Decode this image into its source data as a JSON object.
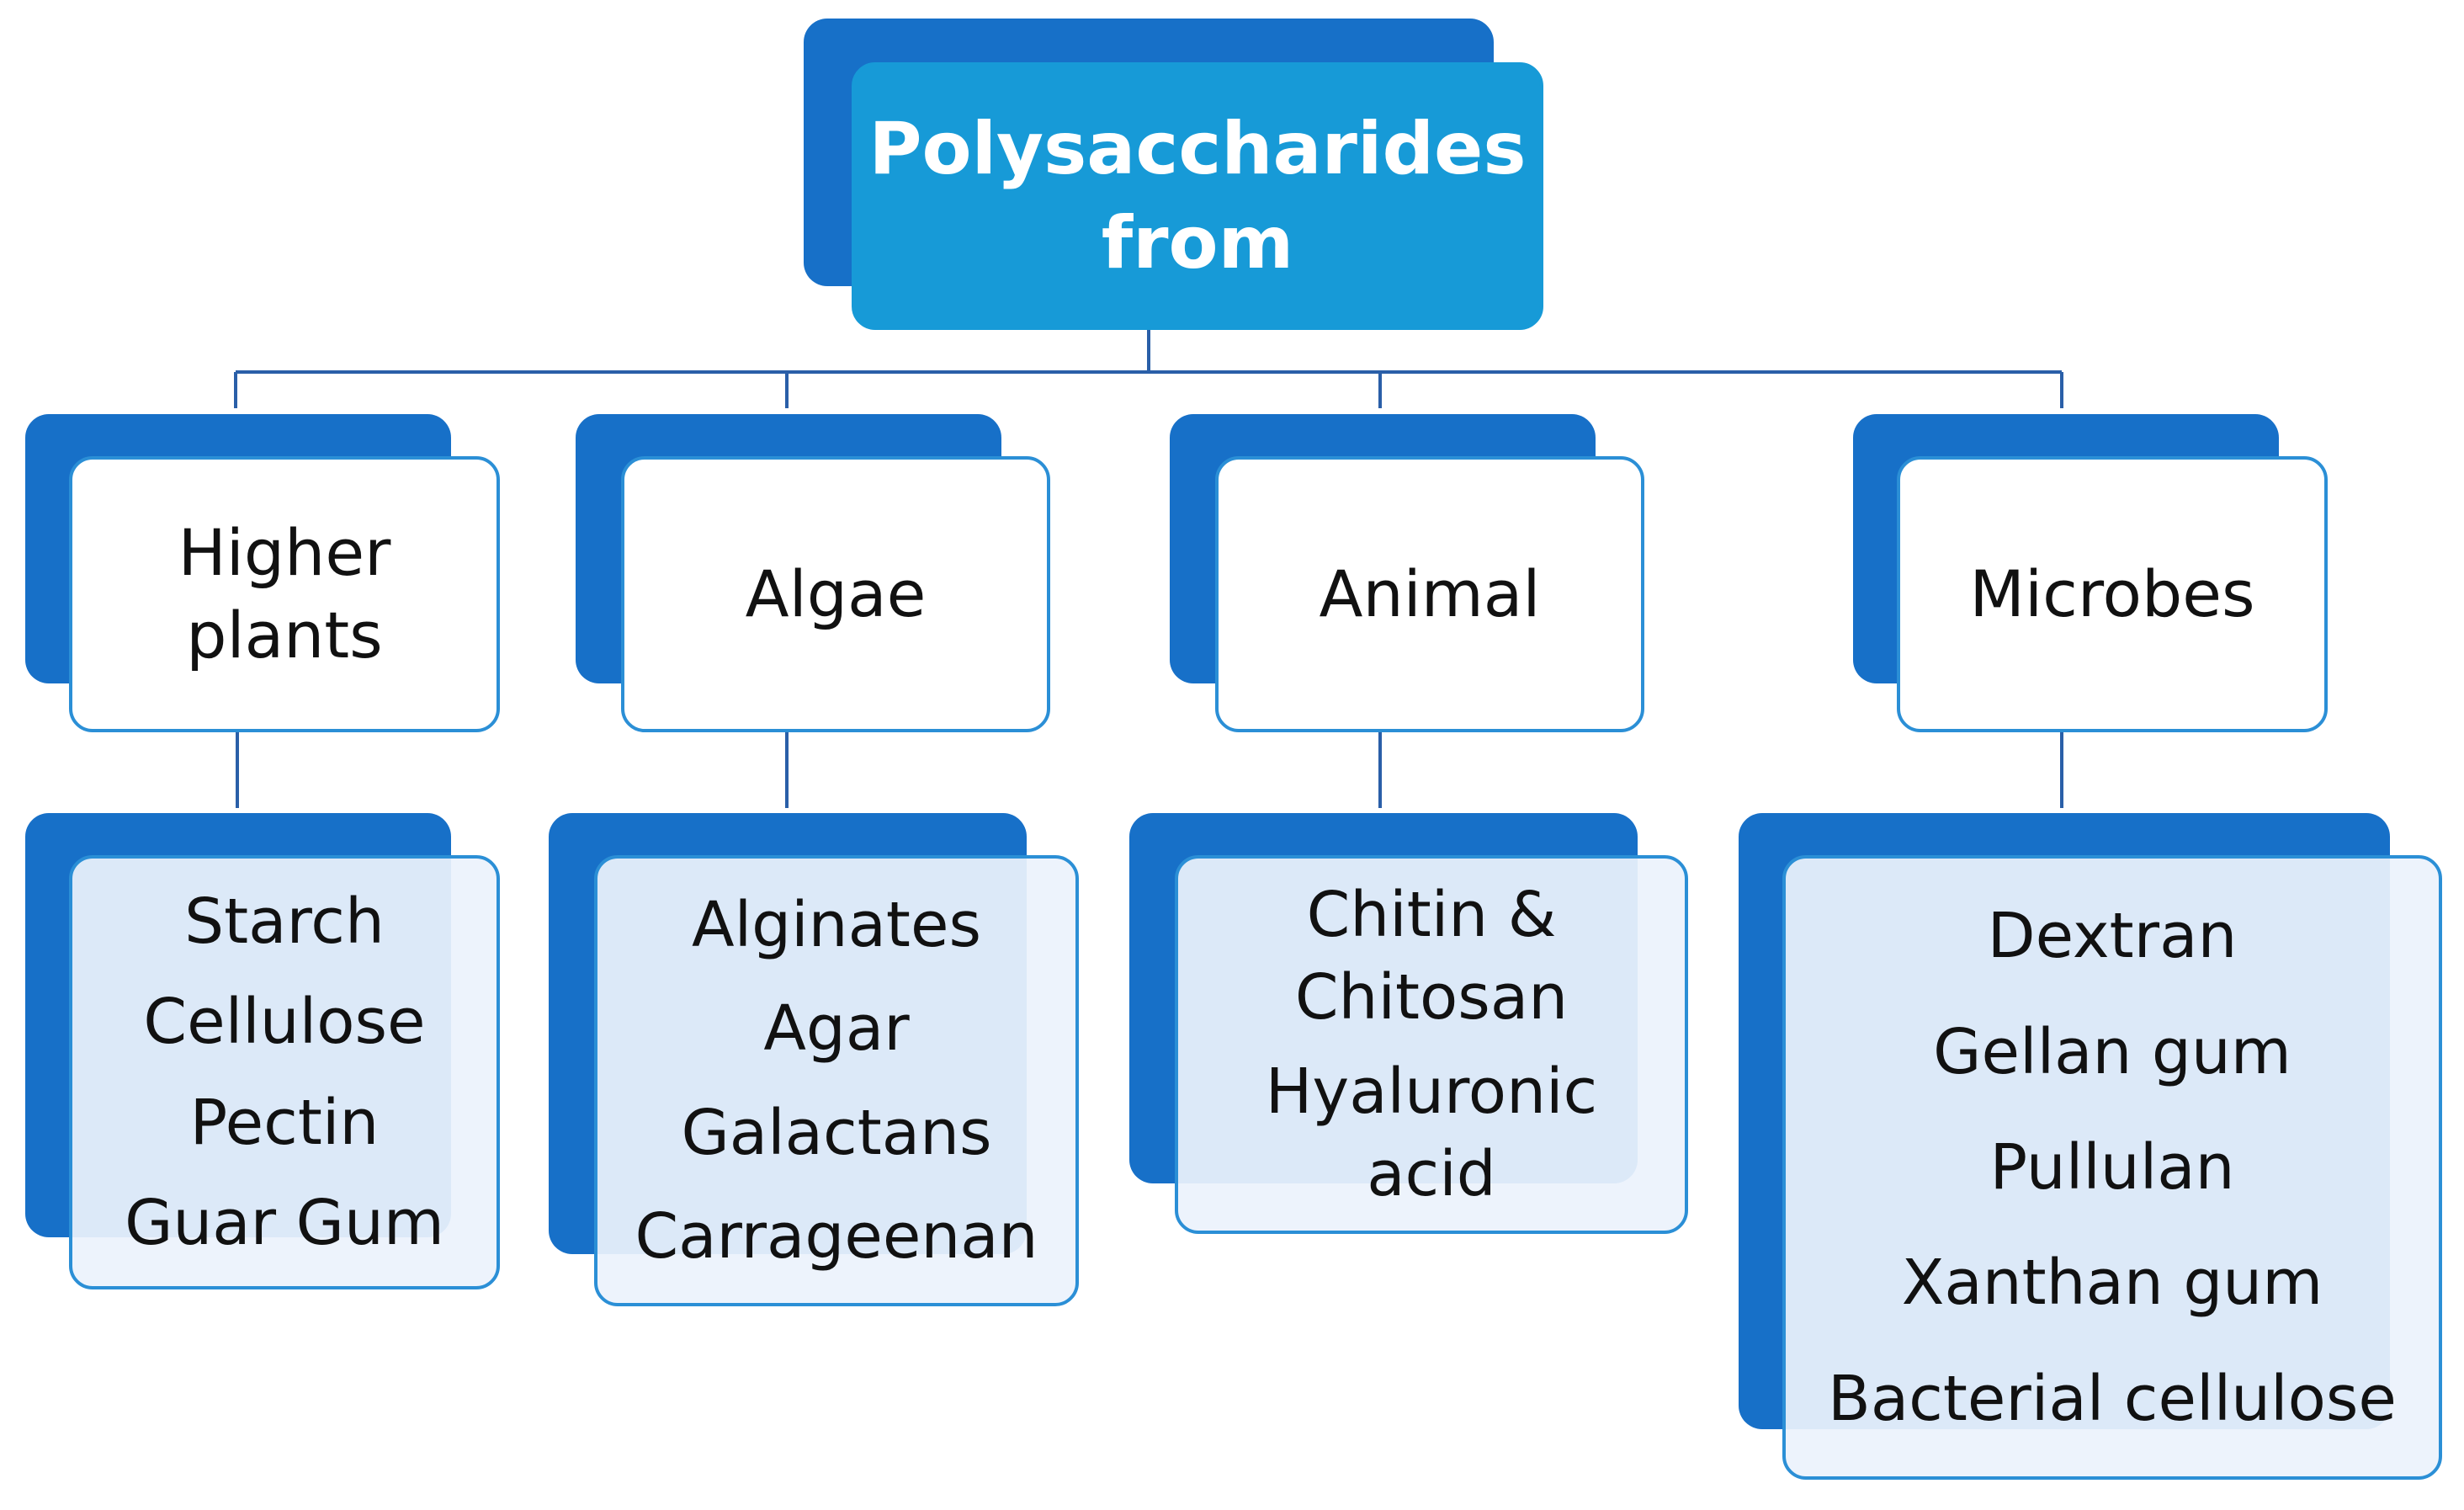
{
  "root": {
    "label": "Polysaccharides\nfrom"
  },
  "categories": [
    {
      "label": "Higher\nplants",
      "items": [
        "Starch",
        "Cellulose",
        "Pectin",
        "Guar Gum"
      ]
    },
    {
      "label": "Algae",
      "items": [
        "Alginates",
        "Agar",
        "Galactans",
        "Carrageenan"
      ]
    },
    {
      "label": "Animal",
      "items": [
        "Chitin &\nChitosan",
        "Hyaluronic\nacid"
      ]
    },
    {
      "label": "Microbes",
      "items": [
        "Dextran",
        "Gellan gum",
        "Pullulan",
        "Xanthan gum",
        "Bacterial cellulose"
      ]
    }
  ],
  "colors": {
    "shadow": "#1770c8",
    "root_fill": "#179ad7",
    "border": "#2b8fd6",
    "list_fill": "#ecf2fc",
    "connector": "#2a5fa8"
  }
}
